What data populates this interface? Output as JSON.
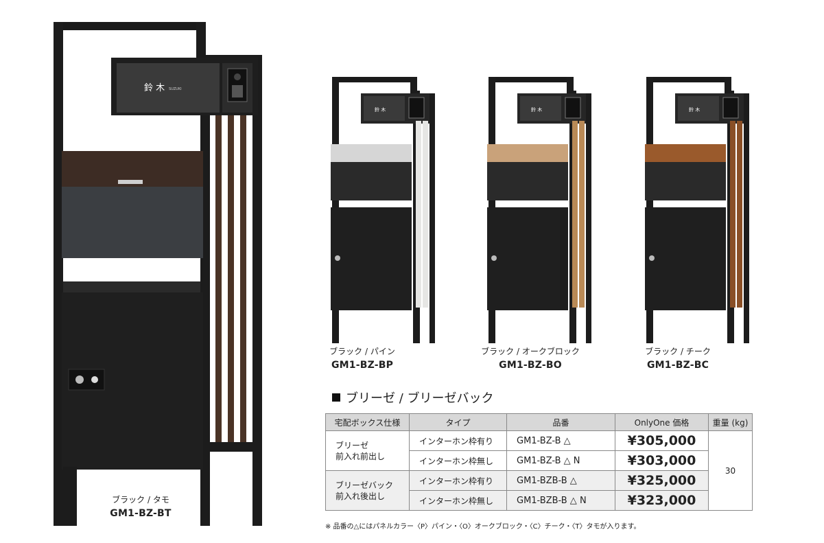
{
  "products": [
    {
      "caption": "ブラック / タモ",
      "code": "GM1-BZ-BT",
      "panel_color": "#3d2c24",
      "slat_color": "#4a3326"
    },
    {
      "caption": "ブラック / パイン",
      "code": "GM1-BZ-BP",
      "panel_color": "#d6d6d6",
      "slat_color": "#e6e6e4"
    },
    {
      "caption": "ブラック / オークブロック",
      "code": "GM1-BZ-BO",
      "panel_color": "#c9a27a",
      "slat_color": "#b98a56"
    },
    {
      "caption": "ブラック / チーク",
      "code": "GM1-BZ-BC",
      "panel_color": "#9a5a2c",
      "slat_color": "#8a4f26"
    }
  ],
  "nameplate": {
    "name": "鈴 木",
    "romaji": "SUZUKI",
    "small_name": "鈴 木"
  },
  "section_title": "ブリーゼ / ブリーゼバック",
  "table": {
    "headers": [
      "宅配ボックス仕様",
      "タイプ",
      "品番",
      "OnlyOne 価格",
      "重量 (kg)"
    ],
    "groups": [
      {
        "spec_line1": "ブリーゼ",
        "spec_line2": "前入れ前出し",
        "rows": [
          {
            "type": "インターホン枠有り",
            "part": "GM1-BZ-B △",
            "price": "¥305,000"
          },
          {
            "type": "インターホン枠無し",
            "part": "GM1-BZ-B △ N",
            "price": "¥303,000"
          }
        ]
      },
      {
        "spec_line1": "ブリーゼバック",
        "spec_line2": "前入れ後出し",
        "rows": [
          {
            "type": "インターホン枠有り",
            "part": "GM1-BZB-B △",
            "price": "¥325,000"
          },
          {
            "type": "インターホン枠無し",
            "part": "GM1-BZB-B △ N",
            "price": "¥323,000"
          }
        ]
      }
    ],
    "weight": "30"
  },
  "footnote": "※ 品番の△にはパネルカラー〈P〉パイン・〈O〉オークブロック・〈C〉チーク・〈T〉タモが入ります。",
  "colors": {
    "frame": "#1c1c1c",
    "box": "#2a2a2a",
    "box_dark": "#1f1f1f",
    "header_bg": "#d8d8d8"
  }
}
